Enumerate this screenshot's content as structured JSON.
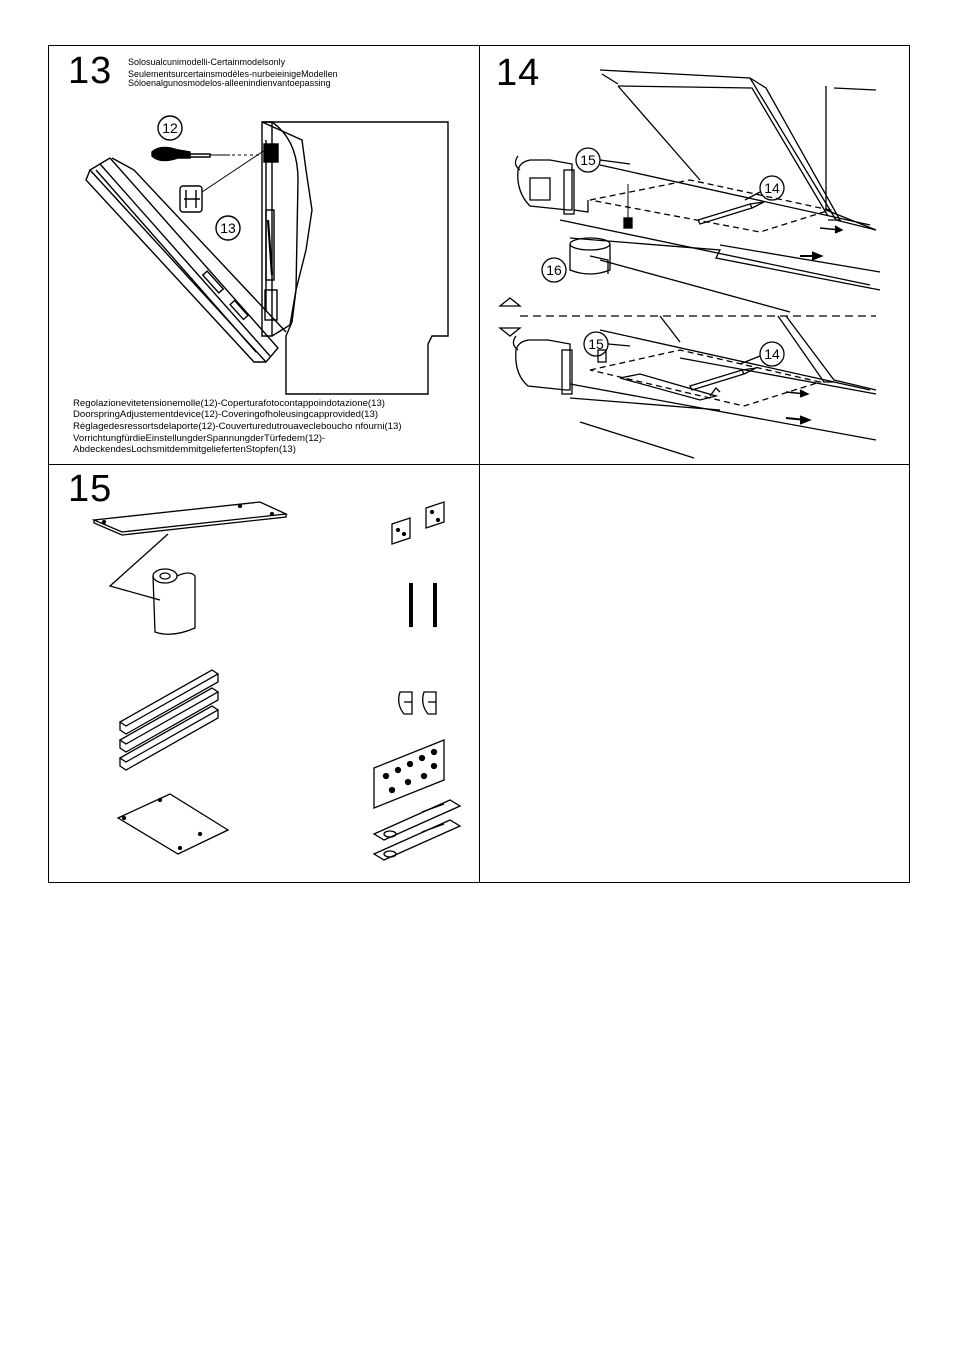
{
  "step13": {
    "number": "13",
    "note_lines": [
      "Solosualcunimodelli-Certainmodelsonly",
      "Seulementsurcertainsmodèles-nurbeieinigeModellen",
      "Sóloenalgunosmodelos-alleenindienvantoepassing"
    ],
    "callouts": [
      "12",
      "13"
    ],
    "caption_lines": [
      "Regolazionevitetensionemolle(12)-Coperturafotocontappoindotazione(13)",
      "DoorspringAdjustementdevice(12)-Coveringofholeusingcapprovided(13)",
      "Réglagedesressortsdelaporte(12)-Couverturedutrouavecleboucho nfourni(13)",
      "VorrichtungfürdieEinstellungderSpannungderTürfedem(12)-",
      "AbdeckendesLochsmitdemmitgeliefertenStopfen(13)"
    ]
  },
  "step14": {
    "number": "14",
    "callouts_top": [
      "15",
      "14",
      "16"
    ],
    "callouts_bottom": [
      "15",
      "14"
    ]
  },
  "step15": {
    "number": "15"
  },
  "colors": {
    "line": "#000000",
    "background": "#ffffff"
  }
}
